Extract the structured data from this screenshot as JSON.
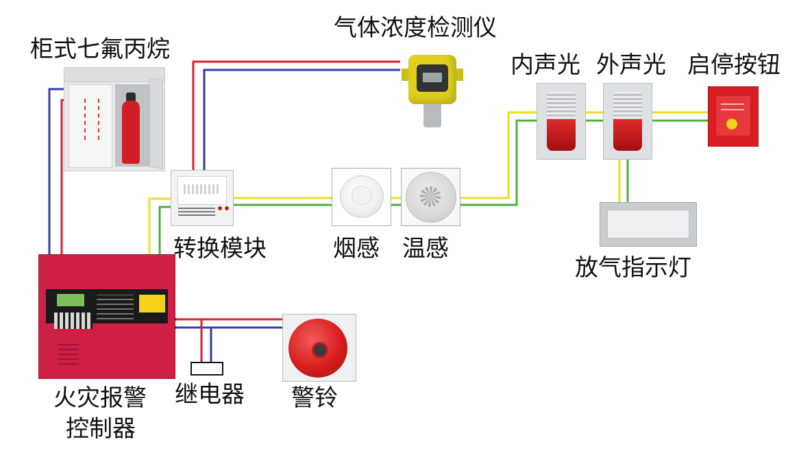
{
  "labels": {
    "cabinet": "柜式七氟丙烷",
    "gas_detector": "气体浓度检测仪",
    "sounder_inner": "内声光",
    "sounder_outer": "外声光",
    "start_stop": "启停按钮",
    "module": "转换模块",
    "smoke": "烟感",
    "heat": "温感",
    "discharge": "放气指示灯",
    "controller_line1": "火灾报警",
    "controller_line2": "控制器",
    "relay": "继电器",
    "bell": "警铃"
  },
  "wire_colors": {
    "red": "#d81e2b",
    "blue": "#2f3fa8",
    "yellow": "#e9dd27",
    "green": "#4caf3a"
  }
}
